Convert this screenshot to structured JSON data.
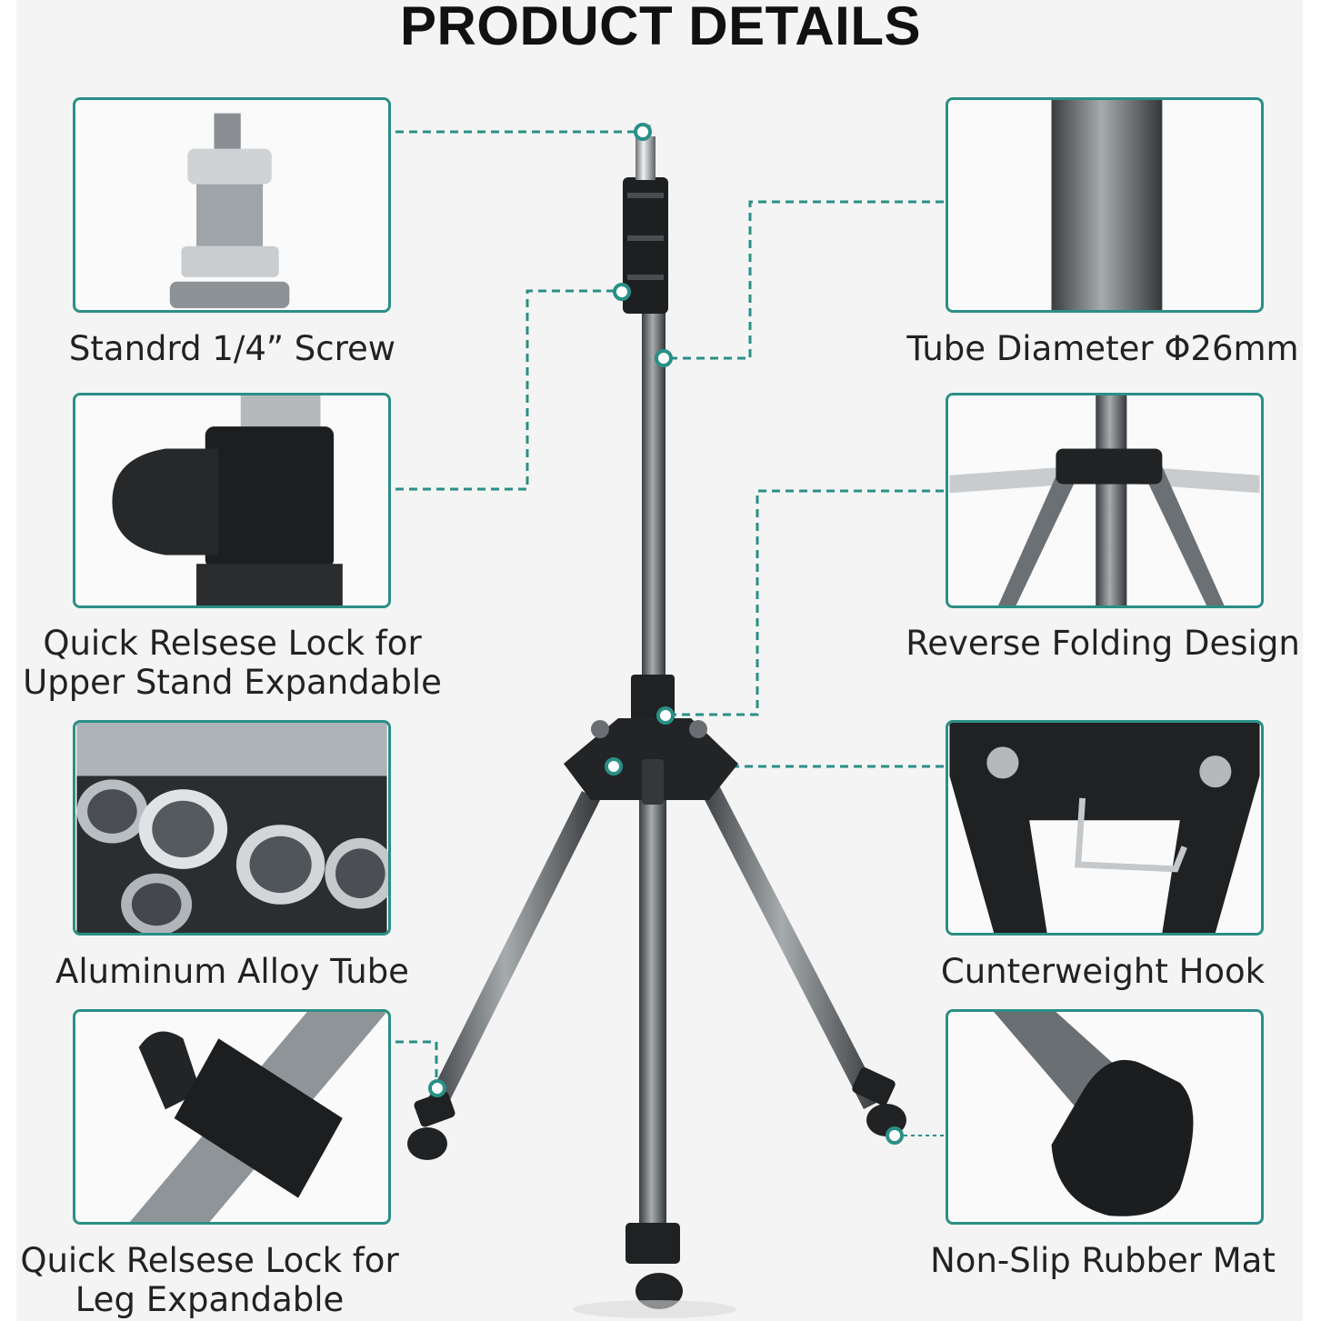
{
  "title": "PRODUCT DETAILS",
  "features": [
    {
      "id": "screw",
      "label": "Standrd 1/4”  Screw"
    },
    {
      "id": "upper-lock",
      "label_line1": "Quick Relsese Lock for",
      "label_line2": "Upper Stand Expandable"
    },
    {
      "id": "tube",
      "label": "Aluminum Alloy Tube"
    },
    {
      "id": "leg-lock",
      "label_line1": "Quick Relsese Lock for",
      "label_line2": "Leg Expandable"
    },
    {
      "id": "diameter",
      "label": "Tube Diameter Φ26mm"
    },
    {
      "id": "folding",
      "label": "Reverse Folding Design"
    },
    {
      "id": "hook",
      "label": "Cunterweight Hook"
    },
    {
      "id": "mat",
      "label": "Non-Slip Rubber Mat"
    }
  ],
  "colors": {
    "accent": "#2a8f86",
    "title": "#111111",
    "background": "#f4f4f4"
  }
}
